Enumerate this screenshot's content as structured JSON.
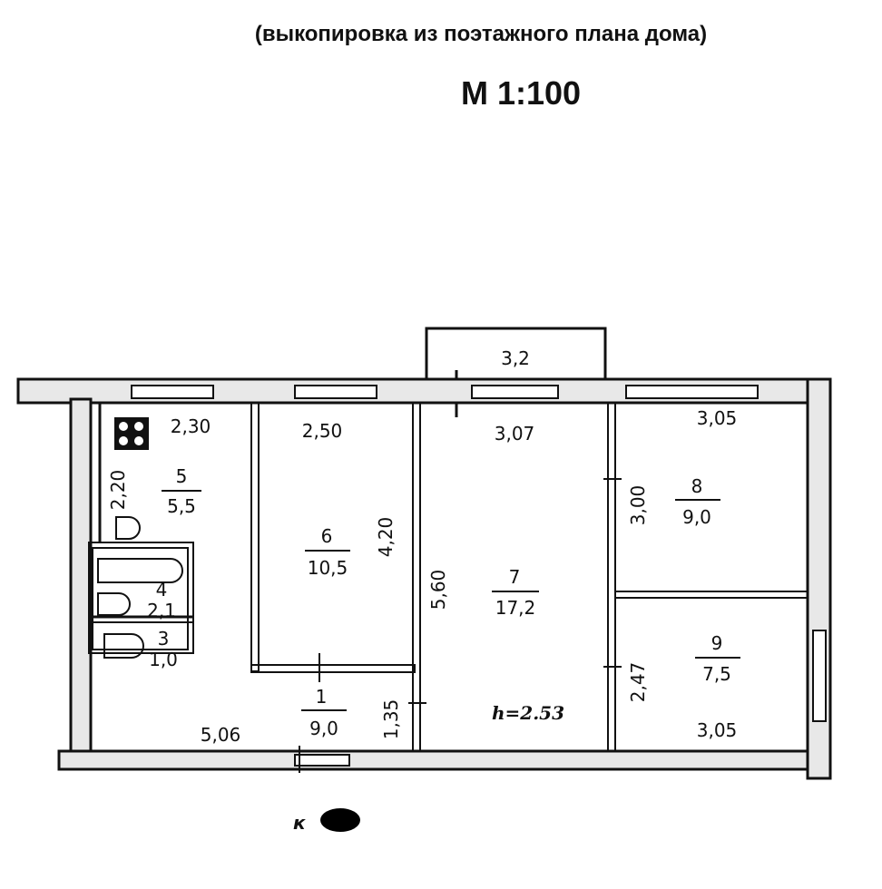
{
  "header": {
    "subtitle": "(выкопировка из поэтажного плана дома)",
    "scale": "М 1:100"
  },
  "rooms": [
    {
      "number": "1",
      "area": "9,0"
    },
    {
      "number": "3",
      "area": "1,0"
    },
    {
      "number": "4",
      "area": "2,1"
    },
    {
      "number": "5",
      "area": "5,5"
    },
    {
      "number": "6",
      "area": "10,5"
    },
    {
      "number": "7",
      "area": "17,2"
    },
    {
      "number": "8",
      "area": "9,0"
    },
    {
      "number": "9",
      "area": "7,5"
    }
  ],
  "dimensions": {
    "balcony": "3,2",
    "kitchen_width": "2,30",
    "kitchen_depth": "2,20",
    "room6_width": "2,50",
    "room6_depth": "4,20",
    "room7_width": "3,07",
    "room7_depth": "5,60",
    "room8_width": "3,05",
    "room8_depth": "3,00",
    "room9_width": "3,05",
    "room9_depth": "2,47",
    "hall_length": "5,06",
    "hall_depth": "1,35"
  },
  "ceiling_height": "h=2.53",
  "bottom_label": "к"
}
